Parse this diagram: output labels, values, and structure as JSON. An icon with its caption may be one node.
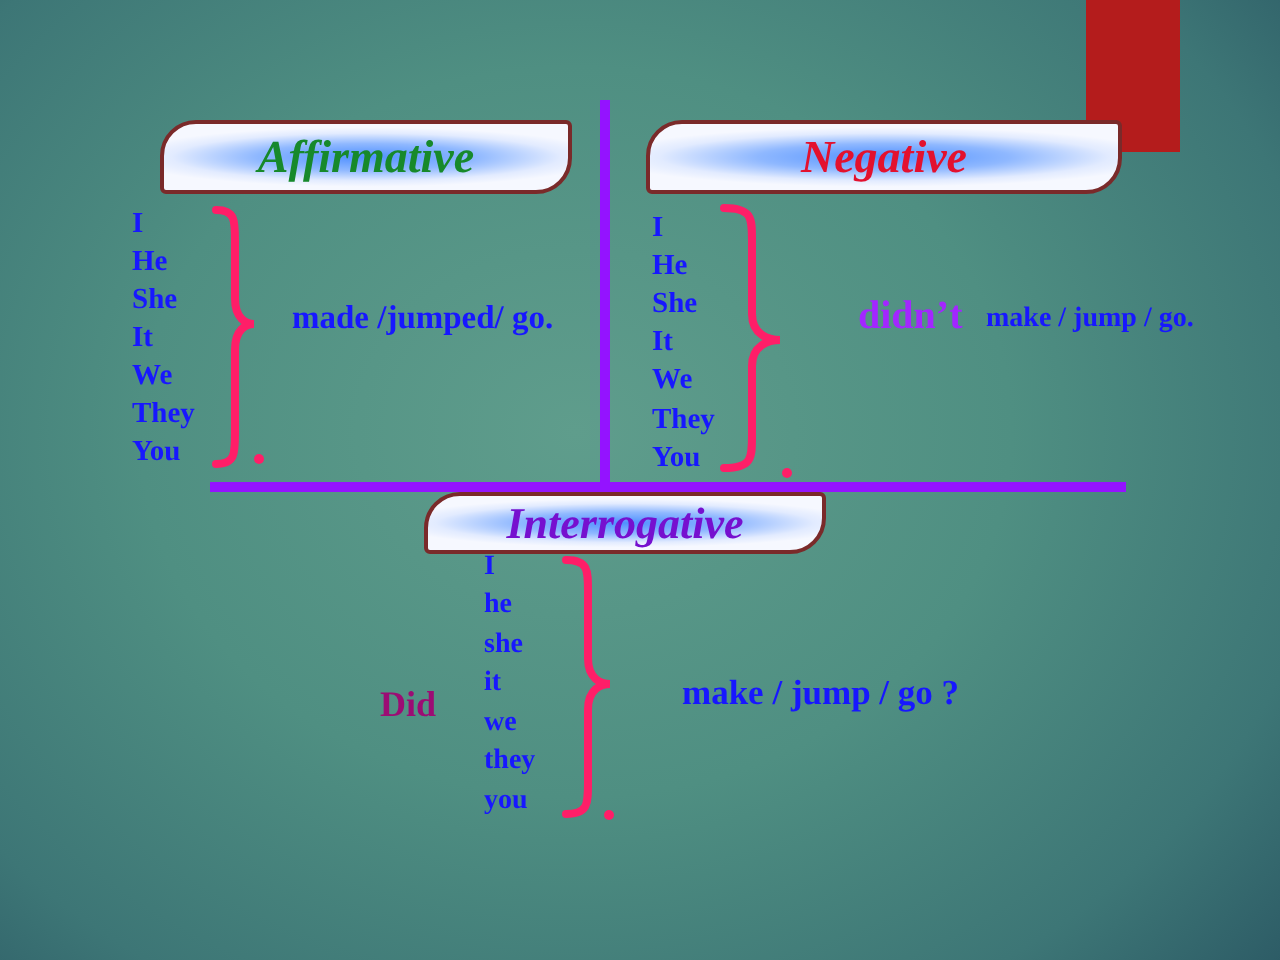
{
  "diagram": {
    "nodes": [
      {
        "text": [
          "Affirmative"
        ]
      },
      {
        "text": [
          "Negative"
        ]
      },
      {
        "text": [
          "Interrogative"
        ]
      }
    ],
    "labels": [
      "I",
      "He",
      "She",
      "It",
      "We",
      "They",
      "You",
      "made /jumped/ go.",
      "I",
      "He",
      "She",
      "It",
      "We",
      "They",
      "You",
      "didn’t",
      "make / jump / go.",
      "Did",
      "I",
      "he",
      "she",
      "it",
      "we",
      "they",
      "you",
      "make / jump / go ?"
    ]
  }
}
